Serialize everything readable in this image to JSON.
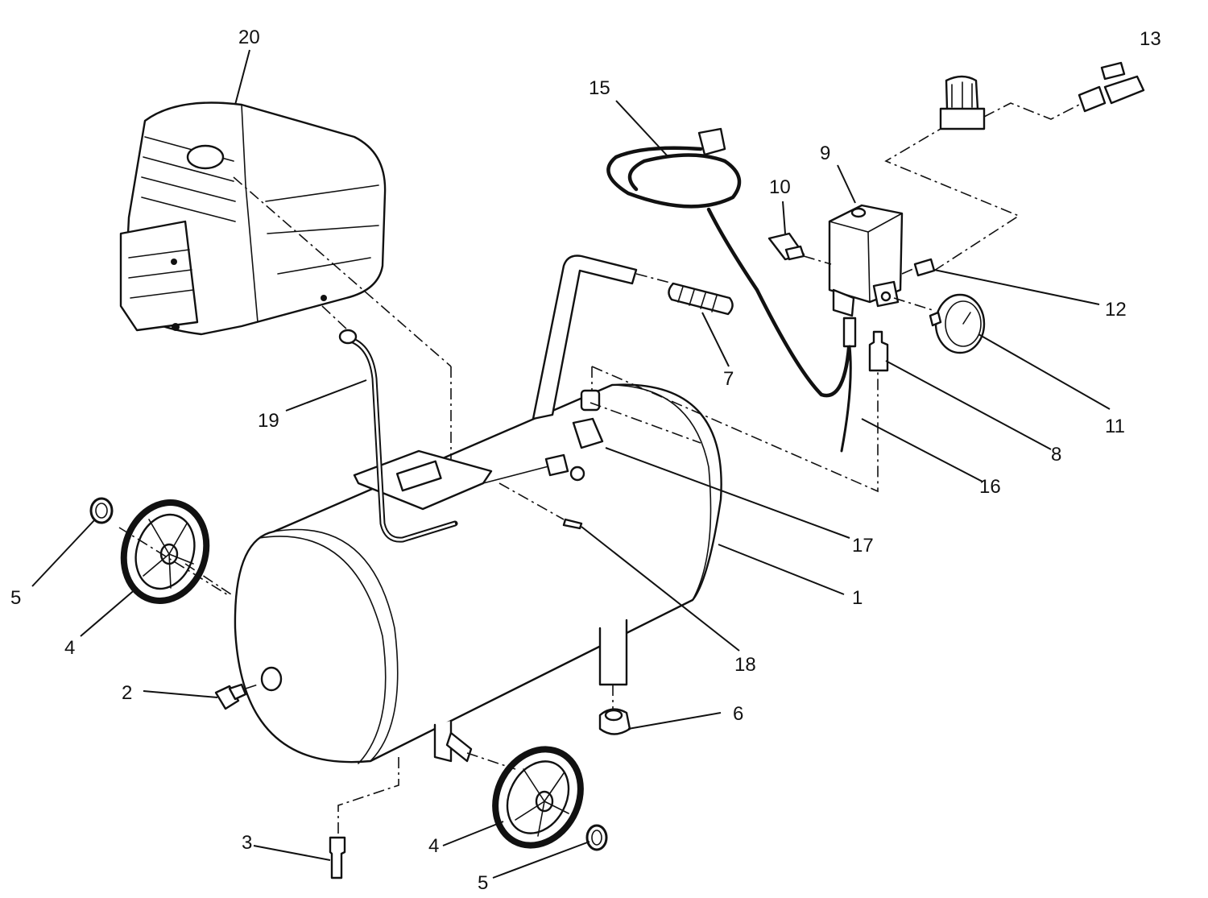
{
  "labels": {
    "p1": "1",
    "p2": "2",
    "p3": "3",
    "p4a": "4",
    "p4b": "4",
    "p5a": "5",
    "p5b": "5",
    "p6": "6",
    "p7": "7",
    "p8": "8",
    "p9": "9",
    "p10": "10",
    "p11": "11",
    "p12": "12",
    "p13": "13",
    "p15": "15",
    "p16": "16",
    "p17": "17",
    "p18": "18",
    "p19": "19",
    "p20": "20"
  }
}
